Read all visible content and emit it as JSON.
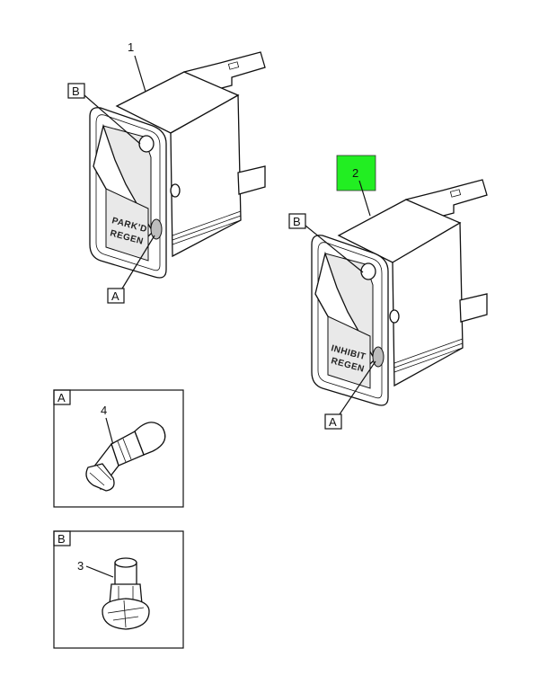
{
  "callouts": {
    "item1": "1",
    "item2": "2",
    "item3": "3",
    "item4": "4"
  },
  "detail_refs": {
    "a": "A",
    "b": "B"
  },
  "switch1_legend": [
    "PARK'D",
    "REGEN"
  ],
  "switch2_legend": [
    "INHIBIT",
    "REGEN"
  ],
  "colors": {
    "highlight": "#22ee22"
  }
}
